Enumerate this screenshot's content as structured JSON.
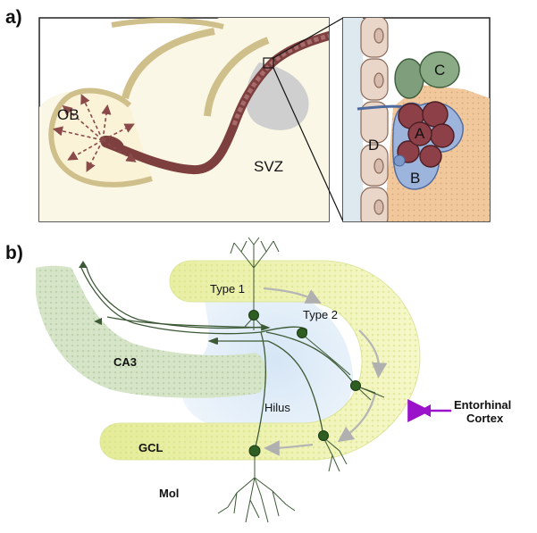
{
  "panel_a": {
    "label": "a)",
    "ob": "OB",
    "svz": "SVZ",
    "cells": {
      "a": "A",
      "b": "B",
      "c": "C",
      "d": "D"
    }
  },
  "panel_b": {
    "label": "b)",
    "type1": "Type 1",
    "type2": "Type 2",
    "ca3": "CA3",
    "hilus": "Hilus",
    "gcl": "GCL",
    "mol": "Mol",
    "entorhinal_line1": "Entorhinal",
    "entorhinal_line2": "Cortex"
  },
  "colors": {
    "gyrus_yellow": "#eef3a8",
    "ca3_green": "#c9ddb8",
    "hilus_blue": "#cfe1f2",
    "stream_maroon": "#8a4a4a",
    "neuron_green": "#2f5e22",
    "arrow_purple": "#9a12c9",
    "cell_A": "#8e4048",
    "cell_B": "#9db4dc",
    "cell_C": "#7f9e7c",
    "cell_D": "#ead6c9"
  }
}
